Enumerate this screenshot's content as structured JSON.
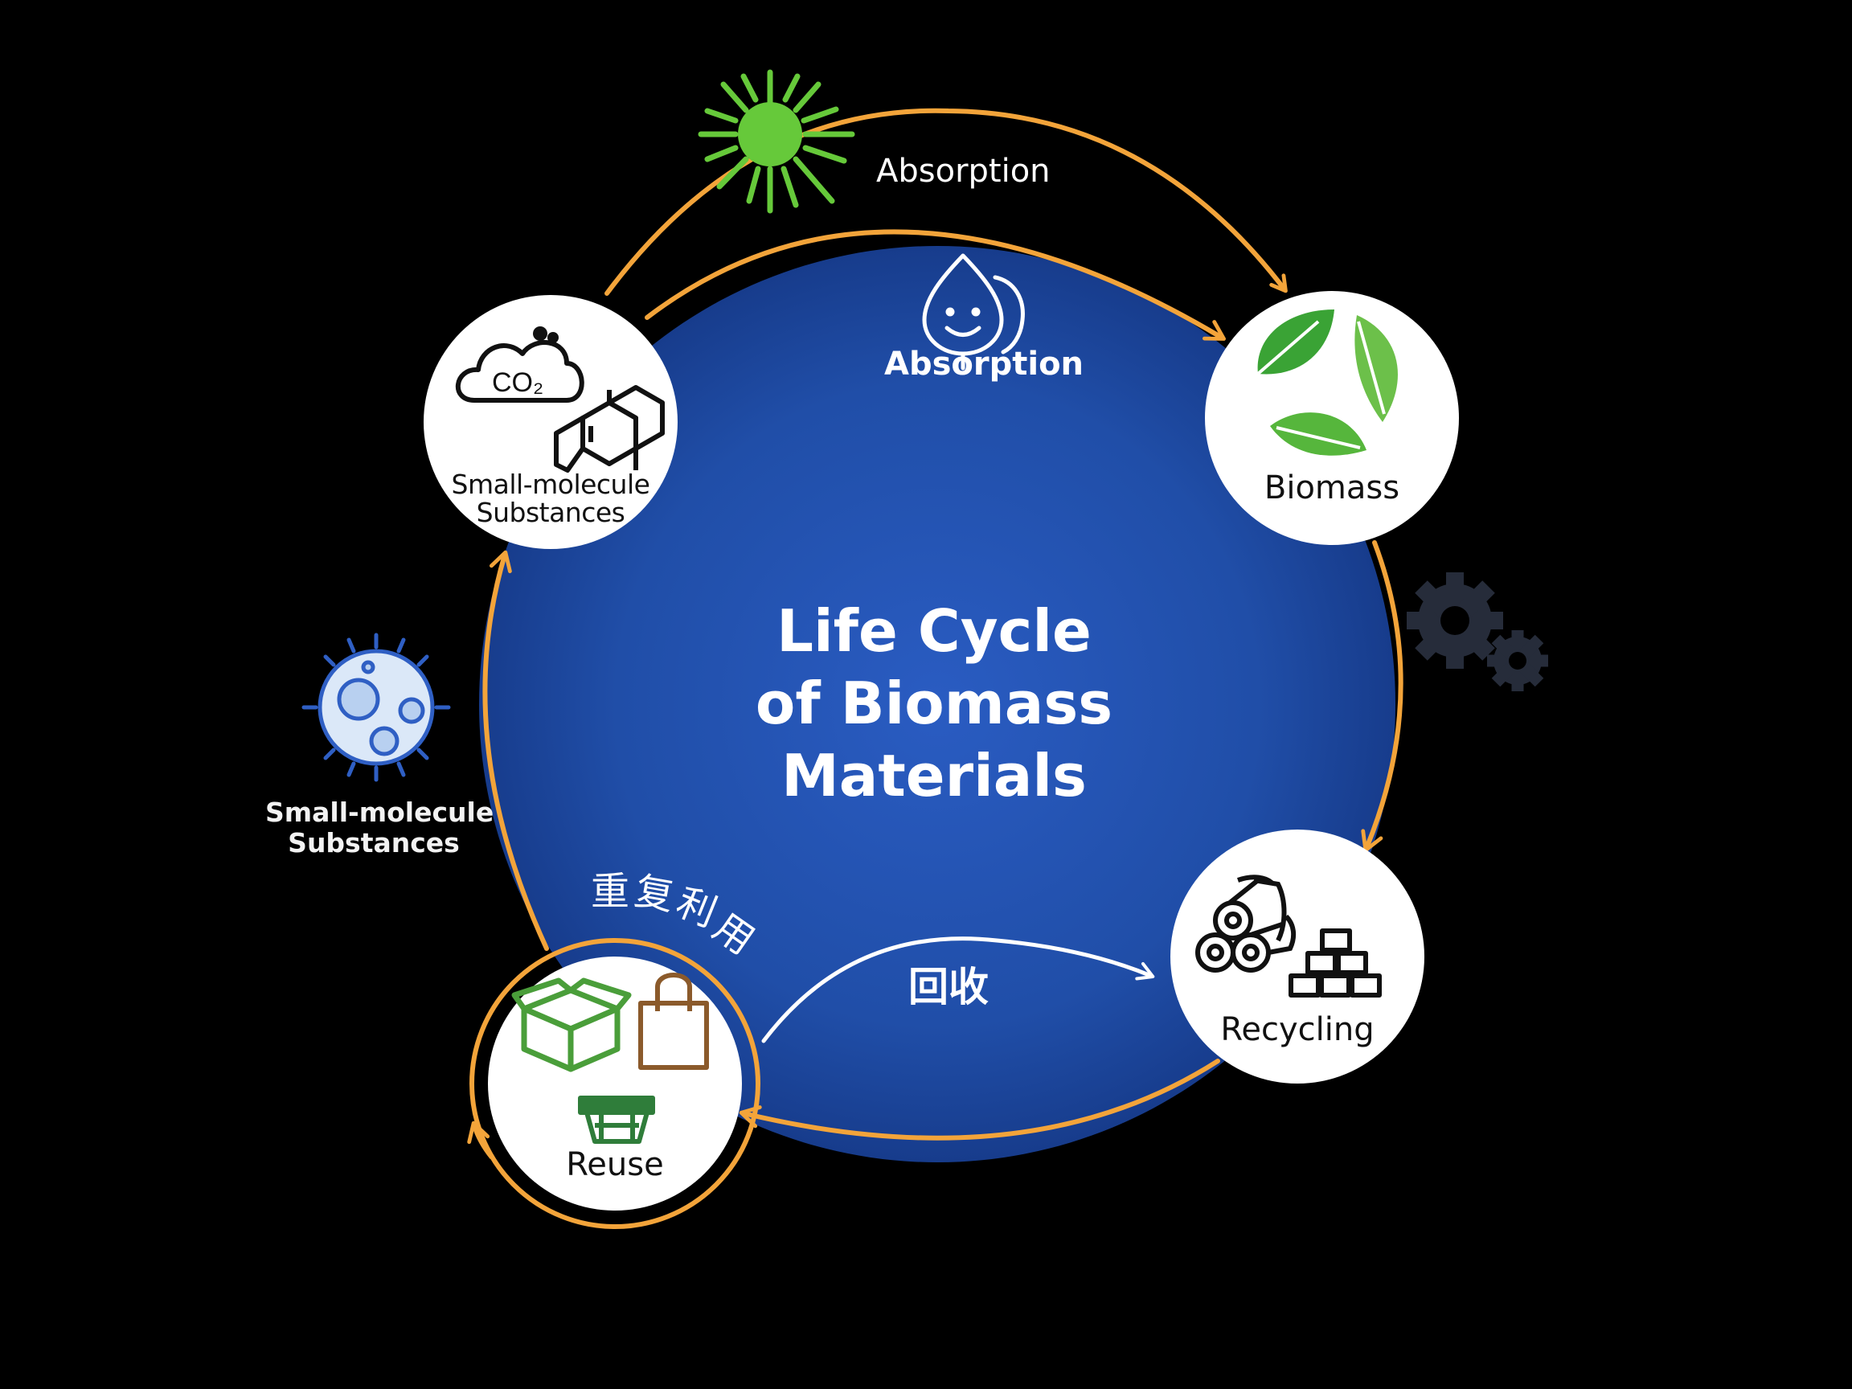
{
  "title_lines": [
    "Life Cycle",
    "of Biomass",
    "Materials"
  ],
  "labels": {
    "absorption_outer": "Absorption",
    "absorption_inner": "Absorption",
    "recover": "回收",
    "reuse_arc": "重复利用"
  },
  "nodes": {
    "small_molecule": {
      "lines": [
        "Small-molecule",
        "Substances"
      ]
    },
    "biomass": {
      "label": "Biomass"
    },
    "recycling": {
      "label": "Recycling"
    },
    "reuse": {
      "label": "Reuse"
    }
  },
  "side_labels": {
    "small_molecule": [
      "Small-molecule",
      "Substances"
    ]
  },
  "colors": {
    "background": "#000000",
    "cycle_blue": "#1f4aa8",
    "arrow_orange": "#f3a43a",
    "sun_green": "#66c93a",
    "node_fill": "#ffffff",
    "gear_gray": "#262c3a"
  },
  "icons": [
    "sun-icon",
    "water-drop-icon",
    "co2-cloud-icon",
    "molecule-icon",
    "leaves-icon",
    "gears-icon",
    "microbe-icon",
    "logs-icon",
    "bricks-icon",
    "box-icon",
    "bag-icon",
    "crate-icon"
  ]
}
